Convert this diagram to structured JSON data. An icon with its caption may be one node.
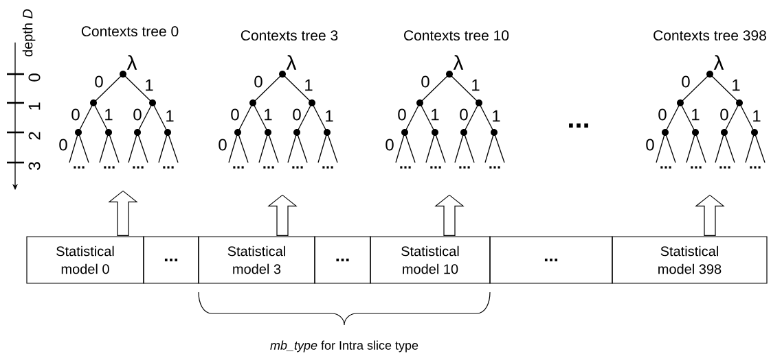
{
  "diagram": {
    "nodes": [
      {
        "text": [
          "Contexts tree 0"
        ]
      },
      {
        "text": [
          "Contexts tree 3"
        ]
      },
      {
        "text": [
          "Contexts tree 10"
        ]
      },
      {
        "text": [
          "Contexts tree 398"
        ]
      },
      {
        "text": [
          "Statistical model 0"
        ]
      },
      {
        "text": [
          "..."
        ]
      },
      {
        "text": [
          "Statistical model 3"
        ]
      },
      {
        "text": [
          "..."
        ]
      },
      {
        "text": [
          "Statistical model 10"
        ]
      },
      {
        "text": [
          "..."
        ]
      },
      {
        "text": [
          "Statistical model 398"
        ]
      }
    ],
    "edges": [
      {
        "from": 4,
        "to": 0,
        "arrow": "to"
      },
      {
        "from": 6,
        "to": 1,
        "arrow": "to"
      },
      {
        "from": 8,
        "to": 2,
        "arrow": "to"
      },
      {
        "from": 10,
        "to": 3,
        "arrow": "to"
      }
    ],
    "labels": [
      "depth *D*",
      "0",
      "1",
      "2",
      "3",
      "λ",
      "0",
      "1",
      "0",
      "1",
      "0",
      "1",
      "0",
      "...",
      "...",
      "...",
      "...",
      "λ",
      "0",
      "1",
      "0",
      "1",
      "0",
      "1",
      "0",
      "...",
      "...",
      "...",
      "...",
      "λ",
      "0",
      "1",
      "0",
      "1",
      "0",
      "1",
      "0",
      "...",
      "...",
      "...",
      "...",
      "λ",
      "0",
      "1",
      "0",
      "1",
      "0",
      "1",
      "0",
      "...",
      "...",
      "...",
      "...",
      "...",
      "*mb_type* for Intra slice type"
    ]
  }
}
